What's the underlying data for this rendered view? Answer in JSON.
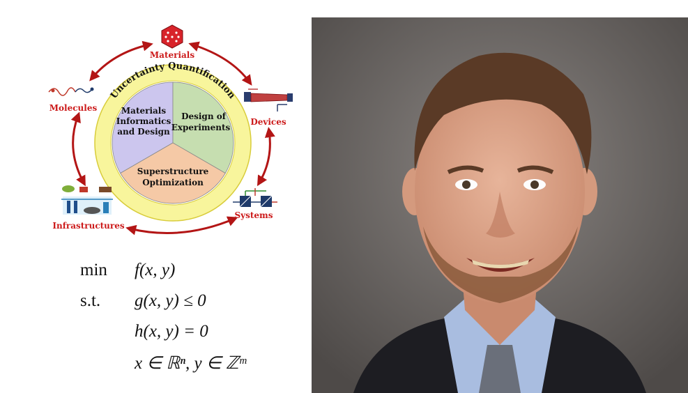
{
  "diagram": {
    "center_title": "Uncertainty Quantification",
    "sectors": [
      {
        "lines": [
          "Materials",
          "Informatics",
          "and Design"
        ],
        "color": "#ccc6ee"
      },
      {
        "lines": [
          "Design of",
          "Experiments"
        ],
        "color": "#c6deb0"
      },
      {
        "lines": [
          "Superstructure",
          "Optimization"
        ],
        "color": "#f5c9a6"
      }
    ],
    "scales": [
      "Materials",
      "Devices",
      "Systems",
      "Infrastructures",
      "Molecules"
    ],
    "colors": {
      "label": "#cc1a1a",
      "arrow": "#b31515",
      "ring": "#f8f59c",
      "ring_border": "#d8cc3a"
    }
  },
  "formulation": [
    {
      "keyword": "min",
      "expr": "f(x, y)"
    },
    {
      "keyword": "s.t.",
      "expr": "g(x, y) ≤ 0"
    },
    {
      "keyword": "",
      "expr": "h(x, y) = 0"
    },
    {
      "keyword": "",
      "expr": "x ∈ ℝⁿ,  y ∈ ℤᵐ"
    }
  ],
  "photo": {
    "background": "#5e5a57"
  }
}
